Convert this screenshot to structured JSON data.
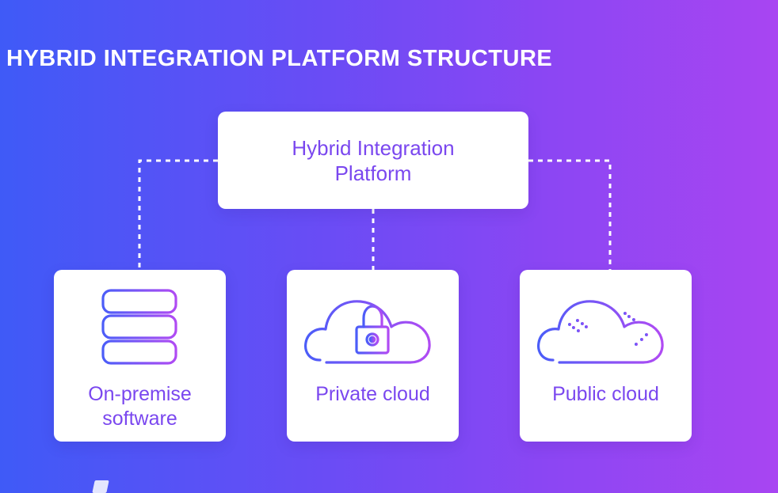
{
  "diagram": {
    "title": "HYBRID INTEGRATION PLATFORM STRUCTURE",
    "platform": {
      "label": "Hybrid Integration Platform"
    },
    "nodes": [
      {
        "label": "On-premise software",
        "icon": "server-stack-icon"
      },
      {
        "label": "Private cloud",
        "icon": "cloud-lock-icon"
      },
      {
        "label": "Public cloud",
        "icon": "cloud-public-icon"
      }
    ],
    "colors": {
      "background_start": "#3f5af7",
      "background_end": "#a845f2",
      "card": "#ffffff",
      "text": "#7a47ef",
      "title": "#ffffff",
      "connector": "#ffffff"
    }
  }
}
